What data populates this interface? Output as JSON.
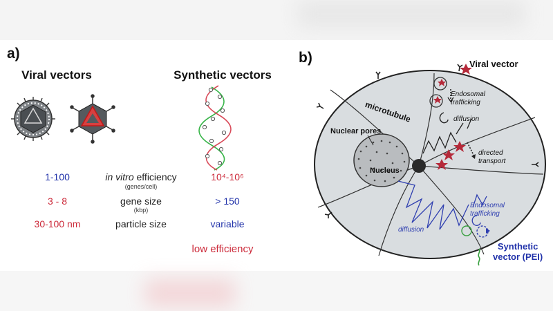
{
  "panel_a": {
    "label": "a)",
    "viral_header": "Viral vectors",
    "synthetic_header": "Synthetic vectors",
    "rows": [
      {
        "viral": "1-100",
        "property_italic": "in vitro",
        "property": " efficiency",
        "unit": "(genes/cell)",
        "synthetic": "10⁴-10⁶"
      },
      {
        "viral": "3 - 8",
        "property_italic": "",
        "property": "gene size",
        "unit": "(kbp)",
        "synthetic": "> 150"
      },
      {
        "viral": "30-100 nm",
        "property_italic": "",
        "property": "particle size",
        "unit": "",
        "synthetic": "variable"
      }
    ],
    "footer": "low efficiency"
  },
  "panel_b": {
    "label": "b)",
    "viral_vector": "Viral vector",
    "microtubule": "microtubule",
    "endosomal_top": [
      "Endosomal",
      "trafficking"
    ],
    "diffusion_top": "diffusion",
    "directed_transport": [
      "directed",
      "transport"
    ],
    "nuclear_pores": "Nuclear pores",
    "nucleus": "Nucleus",
    "endosomal_bottom": [
      "Endosomal",
      "trafficking"
    ],
    "diffusion_bottom": "diffusion",
    "synthetic_vector": [
      "Synthetic",
      "vector (PEI)"
    ]
  },
  "colors": {
    "blue": "#2233aa",
    "red": "#cc2a3a",
    "cell_fill": "#d9dde0",
    "nucleus_fill": "#b9bcbf"
  }
}
